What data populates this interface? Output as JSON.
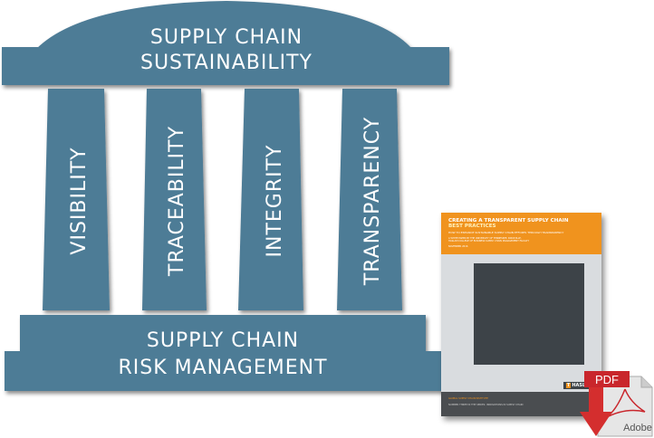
{
  "diagram": {
    "roof_label_line1": "SUPPLY CHAIN",
    "roof_label_line2": "SUSTAINABILITY",
    "pillars": [
      {
        "label": "VISIBILITY"
      },
      {
        "label": "TRACEABILITY"
      },
      {
        "label": "INTEGRITY"
      },
      {
        "label": "TRANSPARENCY"
      }
    ],
    "base_label_line1": "SUPPLY CHAIN",
    "base_label_line2": "RISK MANAGEMENT",
    "color": "#4e7b96"
  },
  "report": {
    "title": "CREATING A TRANSPARENT SUPPLY CHAIN",
    "subtitle": "BEST PRACTICES",
    "tagline": "HOW TO ENHANCE SUSTAINABLE SUPPLY CHAIN EFFORTS THROUGH TRANSPARENCY",
    "byline1": "A WHITE PAPER BY THE UNIVERSITY OF TENNESSEE, KNOXVILLE,",
    "byline2": "HASLAM COLLEGE OF BUSINESS SUPPLY CHAIN MANAGEMENT FACULTY",
    "date": "NOVEMBER 2016",
    "institute": "GLOBAL SUPPLY CHAIN INSTITUTE",
    "series": "NUMBER THREE IN THE SERIES: INNOVATIONS IN SUPPLY CHAIN",
    "logo": "HASLAM",
    "accent": "#f0931e"
  },
  "pdf_icon": {
    "label": "PDF",
    "brand": "Adobe",
    "icon": "pdf-download-icon"
  }
}
